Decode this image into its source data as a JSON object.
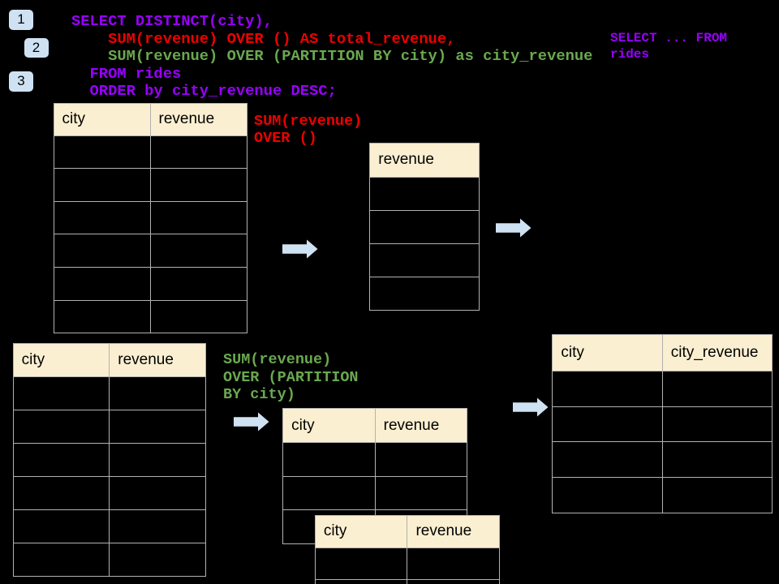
{
  "slide": {
    "topic": "SQL window functions: SUM(revenue) OVER ()"
  },
  "colors": {
    "background": "#000000",
    "purple": "#9900ff",
    "red": "#ee0000",
    "green": "#6aa84f",
    "accent_blue": "#cfe2f3",
    "table_header_fill": "#fbefd1",
    "table_border": "#b2b2b2",
    "text_black": "#000000"
  },
  "steps": [
    {
      "label": "1"
    },
    {
      "label": "2"
    },
    {
      "label": "3"
    }
  ],
  "code": {
    "lines": [
      {
        "text": "SELECT DISTINCT(city),",
        "color": "purple"
      },
      {
        "text": "    SUM(revenue) OVER () AS total_revenue,",
        "color": "red"
      },
      {
        "text": "    SUM(revenue) OVER (PARTITION BY city) as city_revenue",
        "color": "green"
      },
      {
        "text": "  FROM rides",
        "color": "purple"
      },
      {
        "text": "  ORDER by city_revenue DESC;",
        "color": "purple"
      }
    ]
  },
  "side_note": {
    "color": "purple",
    "lines": [
      {
        "text": "SELECT ... FROM"
      },
      {
        "text": "rides"
      }
    ]
  },
  "annotations": {
    "total": {
      "color": "red",
      "lines": [
        {
          "text": "SUM(revenue)"
        },
        {
          "text": "OVER ()"
        }
      ]
    },
    "partition": {
      "color": "green",
      "lines": [
        {
          "text": "SUM(revenue)"
        },
        {
          "text": "OVER (PARTITION"
        },
        {
          "text": "BY city)"
        }
      ]
    }
  },
  "tables": [
    {
      "name": "rides-source-total",
      "columns": [
        "city",
        "revenue"
      ],
      "empty_rows": 6
    },
    {
      "name": "total-revenue-result",
      "columns": [
        "revenue"
      ],
      "empty_rows": 4
    },
    {
      "name": "rides-source-partition",
      "columns": [
        "city",
        "revenue"
      ],
      "empty_rows": 6
    },
    {
      "name": "partition-group-1",
      "columns": [
        "city",
        "revenue"
      ],
      "empty_rows": 3
    },
    {
      "name": "partition-group-2",
      "columns": [
        "city",
        "revenue"
      ],
      "empty_rows": 2
    },
    {
      "name": "city-revenue-result",
      "columns": [
        "city",
        "city_revenue"
      ],
      "empty_rows": 4
    }
  ],
  "icons": {
    "arrow": "right-block-arrow"
  }
}
